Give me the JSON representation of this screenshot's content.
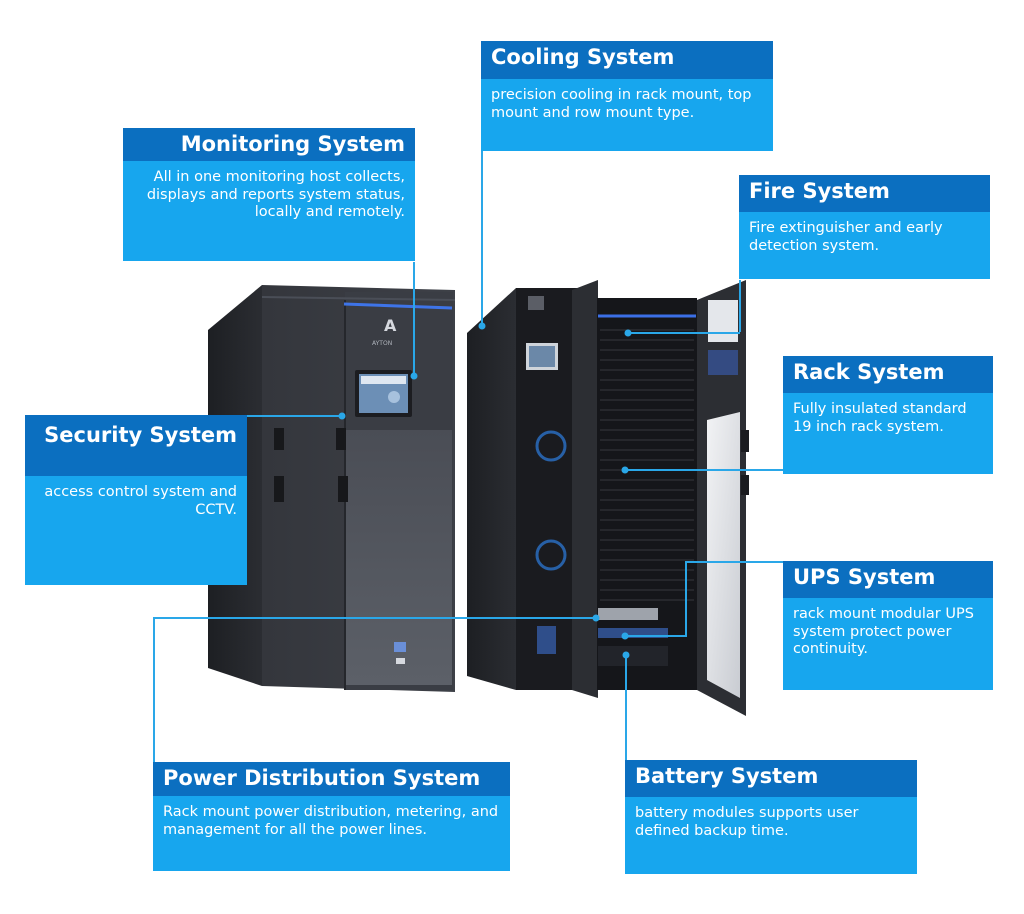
{
  "callouts": {
    "cooling": {
      "title": "Cooling System",
      "body": "precision cooling in rack mount, top mount and row mount type."
    },
    "monitoring": {
      "title": "Monitoring System",
      "body": "All in one monitoring host collects, displays and reports system status, locally and remotely."
    },
    "fire": {
      "title": "Fire System",
      "body": "Fire extinguisher and early detection system."
    },
    "security": {
      "title": "Security System",
      "body": "access control system and CCTV."
    },
    "rack": {
      "title": "Rack System",
      "body": "Fully insulated standard 19 inch rack system."
    },
    "ups": {
      "title": "UPS System",
      "body": "rack mount modular UPS system protect power continuity."
    },
    "power": {
      "title": "Power Distribution System",
      "body": "Rack mount power distribution, metering, and management for all the power lines."
    },
    "battery": {
      "title": "Battery System",
      "body": "battery modules supports user defined backup time."
    }
  },
  "logo": {
    "mark": "A",
    "text": "AYTON"
  },
  "colors": {
    "title_bg": "#0b6fc0",
    "body_bg": "#17a6ee",
    "connector": "#2aa7e8",
    "cabinet": "#2b2d33"
  }
}
